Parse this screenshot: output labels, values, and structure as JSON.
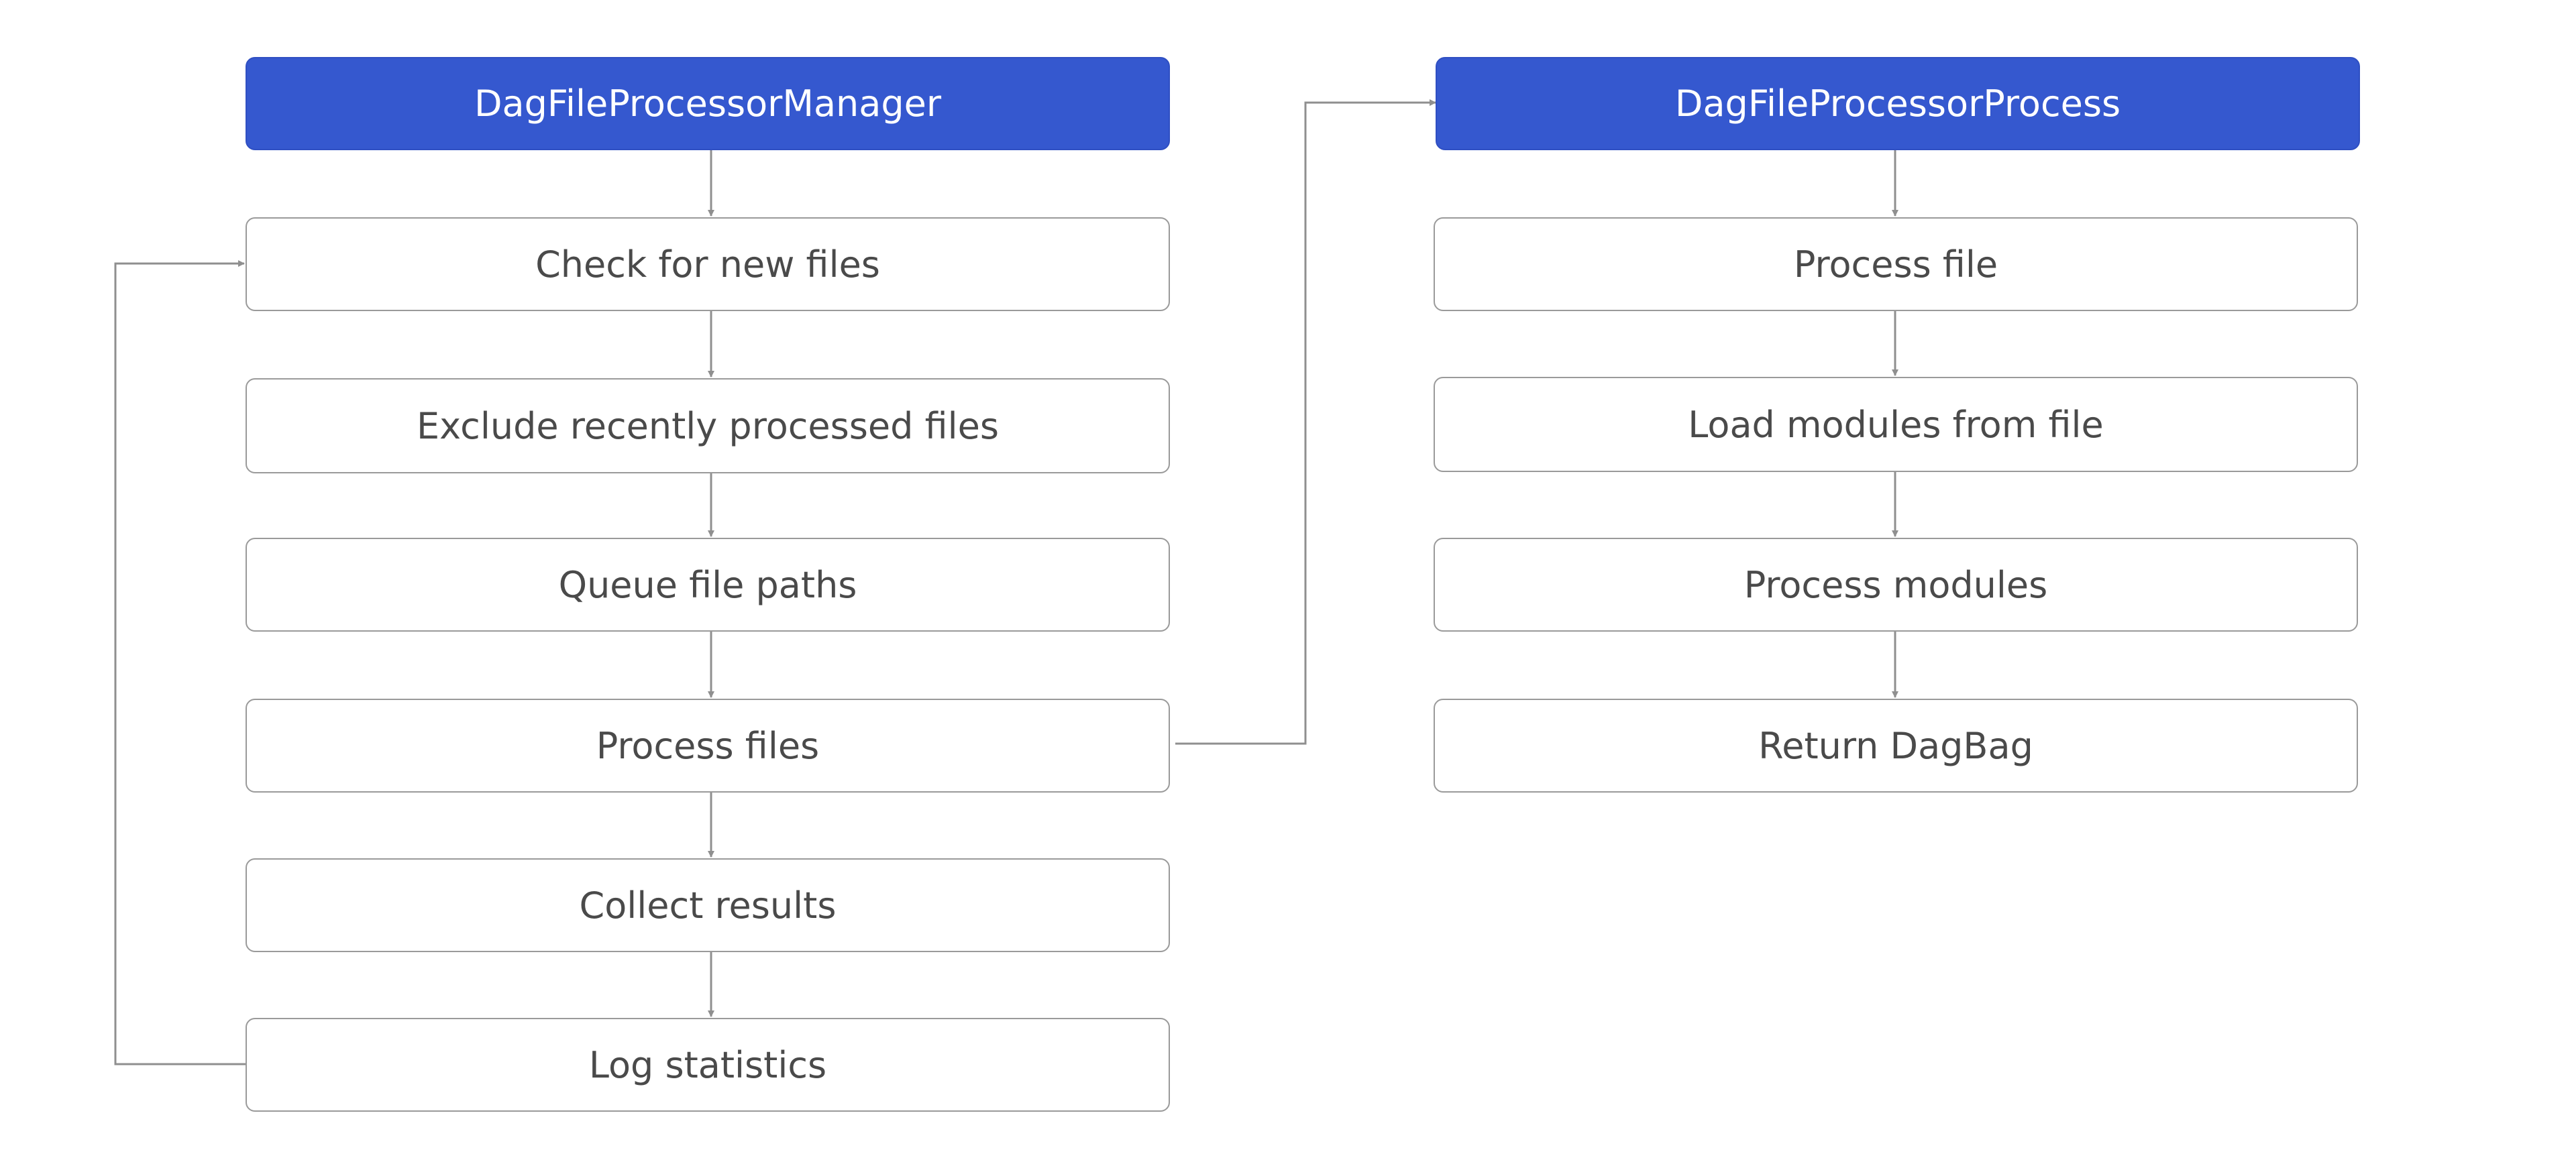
{
  "colors": {
    "header_fill": "#3558cf",
    "step_fill": "#ffffff",
    "step_border": "#9a9a9a",
    "step_text": "#4a4a4a",
    "connector": "#8f8f8f"
  },
  "manager": {
    "title": "DagFileProcessorManager",
    "steps": [
      "Check for new files",
      "Exclude recently processed files",
      "Queue file paths",
      "Process files",
      "Collect results",
      "Log statistics"
    ]
  },
  "process": {
    "title": "DagFileProcessorProcess",
    "steps": [
      "Process file",
      "Load modules from file",
      "Process modules",
      "Return DagBag"
    ]
  }
}
